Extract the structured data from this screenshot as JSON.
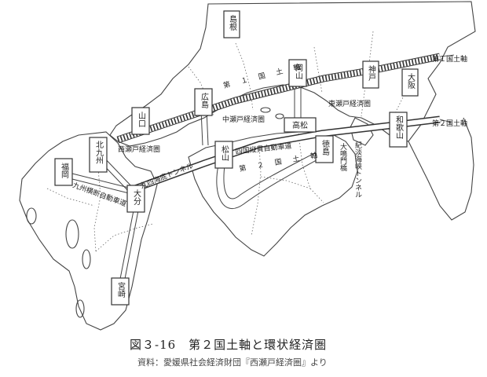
{
  "caption": {
    "title": "図３-16　第２国土軸と環状経済圏",
    "source": "資料：愛媛県社会経済財団『西瀬戸経済圏』より"
  },
  "cities": {
    "shimane": "島根",
    "okayama": "岡山",
    "kobe": "神戸",
    "osaka": "大阪",
    "hiroshima": "広島",
    "yamaguchi": "山口",
    "takamatsu": "高松",
    "wakayama": "和歌山",
    "kitakyushu": "北九州",
    "tokushima": "徳島",
    "matsuyama": "松山",
    "fukuoka": "福岡",
    "oita": "大分",
    "miyazaki": "宮崎"
  },
  "labels": {
    "axis1_map": "第１国土軸",
    "axis1_end": "第１国土軸",
    "axis2_map": "第２国土軸",
    "axis2_end": "第２国土軸",
    "east_seto": "東瀬戸経済圏",
    "central_seto": "中瀬戸経済圏",
    "west_seto": "西瀬戸経済圏",
    "shikoku_expressway": "四国縦貫自動車道",
    "bungo_tunnel": "九四海底トンネル",
    "kyushu_expressway": "九州横断自動車道",
    "kitan_tunnel": "紀淡海峡トンネル",
    "naruto_bridge": "大鳴門橋"
  }
}
